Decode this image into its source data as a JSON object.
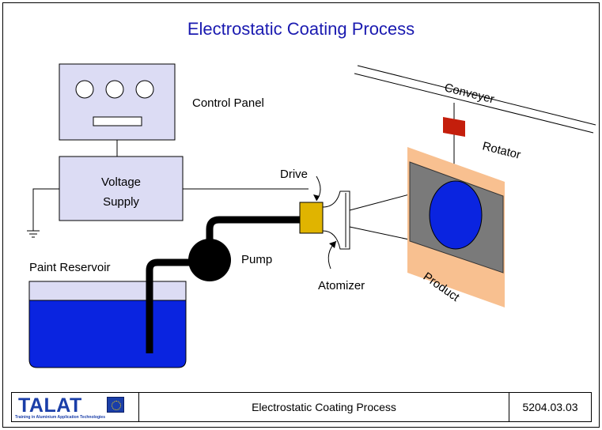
{
  "title": "Electrostatic Coating Process",
  "labels": {
    "control_panel": "Control Panel",
    "voltage_supply_line1": "Voltage",
    "voltage_supply_line2": "Supply",
    "drive": "Drive",
    "conveyer": "Conveyer",
    "rotator": "Rotator",
    "paint_reservoir": "Paint Reservoir",
    "pump": "Pump",
    "atomizer": "Atomizer",
    "product": "Product"
  },
  "footer": {
    "logo_text": "TALAT",
    "logo_subtitle": "Training in Aluminium Application Technologies",
    "caption": "Electrostatic Coating Process",
    "code": "5204.03.03"
  },
  "colors": {
    "title": "#1a1ab0",
    "paint": "#0a24e0",
    "rotator": "#c41e0c",
    "drive": "#e0b400",
    "product_frame": "#f8c090",
    "product_panel": "#7a7a7a",
    "logo": "#1a3ea8"
  }
}
